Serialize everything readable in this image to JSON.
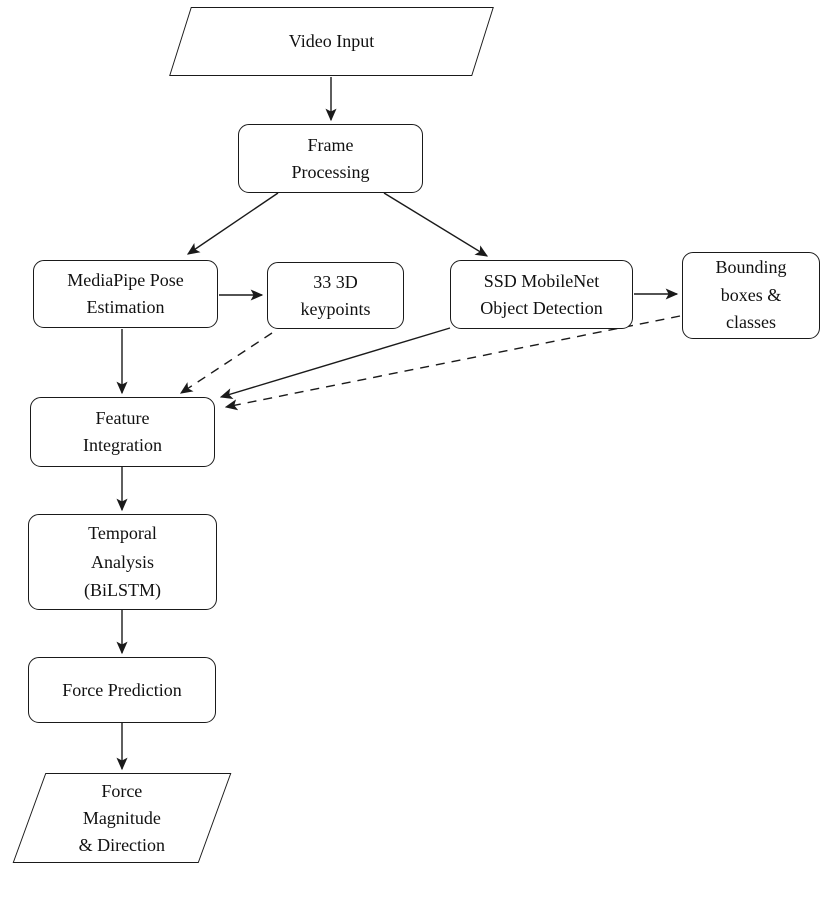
{
  "diagram": {
    "background_color": "#ffffff",
    "stroke_color": "#1a1a1a",
    "nodes": {
      "video_input": {
        "label": "Video Input",
        "shape": "parallelogram"
      },
      "frame_processing": {
        "label": "Frame\nProcessing",
        "shape": "rounded-rectangle"
      },
      "mediapipe": {
        "label": "MediaPipe Pose\nEstimation",
        "shape": "rounded-rectangle"
      },
      "keypoints": {
        "label": "33 3D\nkeypoints",
        "shape": "rounded-rectangle"
      },
      "ssd": {
        "label": "SSD MobileNet\nObject Detection",
        "shape": "rounded-rectangle"
      },
      "bounding": {
        "label": "Bounding\nboxes &\nclasses",
        "shape": "rounded-rectangle"
      },
      "feature": {
        "label": "Feature\nIntegration",
        "shape": "rounded-rectangle"
      },
      "temporal": {
        "label": "Temporal\nAnalysis\n(BiLSTM)",
        "shape": "rounded-rectangle"
      },
      "force_prediction": {
        "label": "Force Prediction",
        "shape": "rounded-rectangle"
      },
      "force_output": {
        "label": "Force\nMagnitude\n& Direction",
        "shape": "parallelogram"
      }
    },
    "edges": [
      {
        "from": "video_input",
        "to": "frame_processing",
        "style": "solid"
      },
      {
        "from": "frame_processing",
        "to": "mediapipe",
        "style": "solid"
      },
      {
        "from": "frame_processing",
        "to": "ssd",
        "style": "solid"
      },
      {
        "from": "mediapipe",
        "to": "keypoints",
        "style": "solid"
      },
      {
        "from": "ssd",
        "to": "bounding",
        "style": "solid"
      },
      {
        "from": "mediapipe",
        "to": "feature",
        "style": "solid"
      },
      {
        "from": "keypoints",
        "to": "feature",
        "style": "dashed"
      },
      {
        "from": "ssd",
        "to": "feature",
        "style": "solid"
      },
      {
        "from": "bounding",
        "to": "feature",
        "style": "dashed"
      },
      {
        "from": "feature",
        "to": "temporal",
        "style": "solid"
      },
      {
        "from": "temporal",
        "to": "force_prediction",
        "style": "solid"
      },
      {
        "from": "force_prediction",
        "to": "force_output",
        "style": "solid"
      }
    ]
  }
}
